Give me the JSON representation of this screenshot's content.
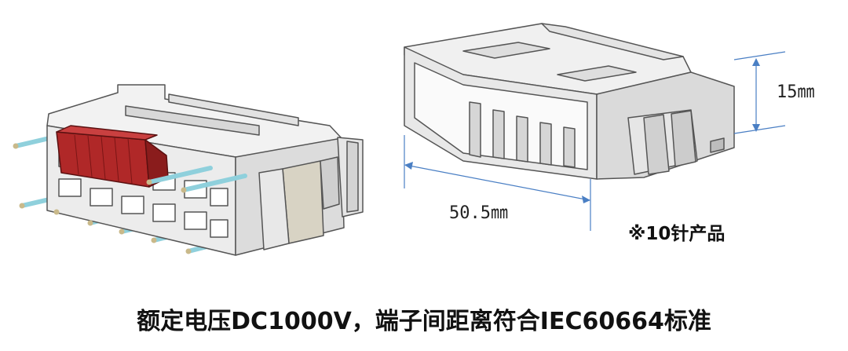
{
  "dimensions": {
    "height_label": "15㎜",
    "length_label": "50.5㎜"
  },
  "note": "※10针产品",
  "caption": "额定电压DC1000V，端子间距离符合IEC60664标准",
  "colors": {
    "dimension_line": "#4a7fc4",
    "pin": "#8fd0dc",
    "latch": "#b02828",
    "housing": "#ececec",
    "outline": "#555555"
  }
}
